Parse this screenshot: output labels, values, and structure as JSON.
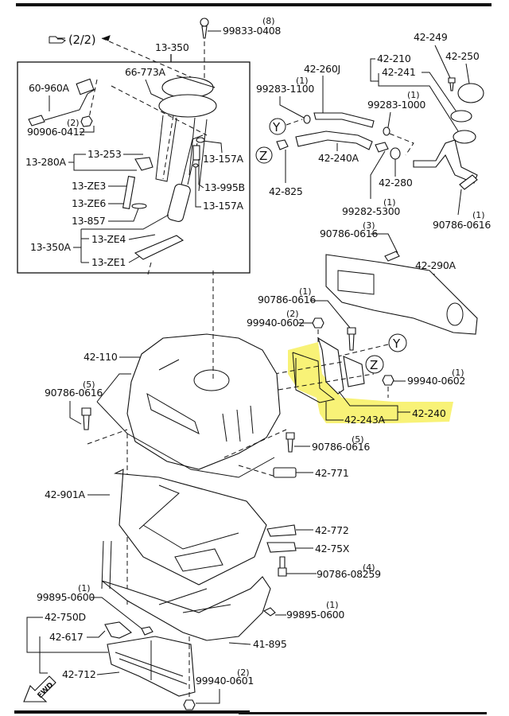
{
  "title": "Fuel Tank Assembly Parts Diagram",
  "page_ref": "(2/2)",
  "highlight_color": "#f5ee4a",
  "callouts": {
    "Y": "Y",
    "Z": "Z"
  },
  "fwd_label": "FWD",
  "parts": {
    "p99833_0408": {
      "label": "99833-0408",
      "qty": "(8)"
    },
    "p13_350": {
      "label": "13-350",
      "qty": ""
    },
    "p66_773A": {
      "label": "66-773A",
      "qty": ""
    },
    "p60_960A": {
      "label": "60-960A",
      "qty": ""
    },
    "p90906_0412": {
      "label": "90906-0412",
      "qty": "(2)"
    },
    "p13_253": {
      "label": "13-253",
      "qty": ""
    },
    "p13_280A": {
      "label": "13-280A",
      "qty": ""
    },
    "p13_157A_top": {
      "label": "13-157A",
      "qty": ""
    },
    "p13_ZE3": {
      "label": "13-ZE3",
      "qty": ""
    },
    "p13_995B": {
      "label": "13-995B",
      "qty": ""
    },
    "p13_ZE6": {
      "label": "13-ZE6",
      "qty": ""
    },
    "p13_157A_bot": {
      "label": "13-157A",
      "qty": ""
    },
    "p13_857": {
      "label": "13-857",
      "qty": ""
    },
    "p13_350A": {
      "label": "13-350A",
      "qty": ""
    },
    "p13_ZE4": {
      "label": "13-ZE4",
      "qty": ""
    },
    "p13_ZE1": {
      "label": "13-ZE1",
      "qty": ""
    },
    "p42_260J": {
      "label": "42-260J",
      "qty": ""
    },
    "p99283_1100": {
      "label": "99283-1100",
      "qty": "(1)"
    },
    "p42_240A": {
      "label": "42-240A",
      "qty": ""
    },
    "p42_825": {
      "label": "42-825",
      "qty": ""
    },
    "p42_249": {
      "label": "42-249",
      "qty": ""
    },
    "p42_250": {
      "label": "42-250",
      "qty": ""
    },
    "p42_210": {
      "label": "42-210",
      "qty": ""
    },
    "p42_241": {
      "label": "42-241",
      "qty": ""
    },
    "p99283_1000": {
      "label": "99283-1000",
      "qty": "(1)"
    },
    "p42_280": {
      "label": "42-280",
      "qty": ""
    },
    "p99282_5300": {
      "label": "99282-5300",
      "qty": "(1)"
    },
    "p90786_0616_a": {
      "label": "90786-0616",
      "qty": "(1)"
    },
    "p90786_0616_b": {
      "label": "90786-0616",
      "qty": "(3)"
    },
    "p42_290A": {
      "label": "42-290A",
      "qty": ""
    },
    "p90786_0616_c": {
      "label": "90786-0616",
      "qty": "(1)"
    },
    "p99940_0602_a": {
      "label": "99940-0602",
      "qty": "(2)"
    },
    "p42_110": {
      "label": "42-110",
      "qty": ""
    },
    "p99940_0602_b": {
      "label": "99940-0602",
      "qty": "(1)"
    },
    "p90786_0616_d": {
      "label": "90786-0616",
      "qty": "(5)"
    },
    "p42_243A": {
      "label": "42-243A",
      "qty": ""
    },
    "p42_240": {
      "label": "42-240",
      "qty": ""
    },
    "p90786_0616_e": {
      "label": "90786-0616",
      "qty": "(5)"
    },
    "p42_771": {
      "label": "42-771",
      "qty": ""
    },
    "p42_901A": {
      "label": "42-901A",
      "qty": ""
    },
    "p42_772": {
      "label": "42-772",
      "qty": ""
    },
    "p42_75X": {
      "label": "42-75X",
      "qty": ""
    },
    "p90786_08259": {
      "label": "90786-08259",
      "qty": "(4)"
    },
    "p99895_0600_a": {
      "label": "99895-0600",
      "qty": "(1)"
    },
    "p99895_0600_b": {
      "label": "99895-0600",
      "qty": "(1)"
    },
    "p42_750D": {
      "label": "42-750D",
      "qty": ""
    },
    "p42_617": {
      "label": "42-617",
      "qty": ""
    },
    "p41_895": {
      "label": "41-895",
      "qty": ""
    },
    "p42_712": {
      "label": "42-712",
      "qty": ""
    },
    "p99940_0601": {
      "label": "99940-0601",
      "qty": "(2)"
    }
  }
}
